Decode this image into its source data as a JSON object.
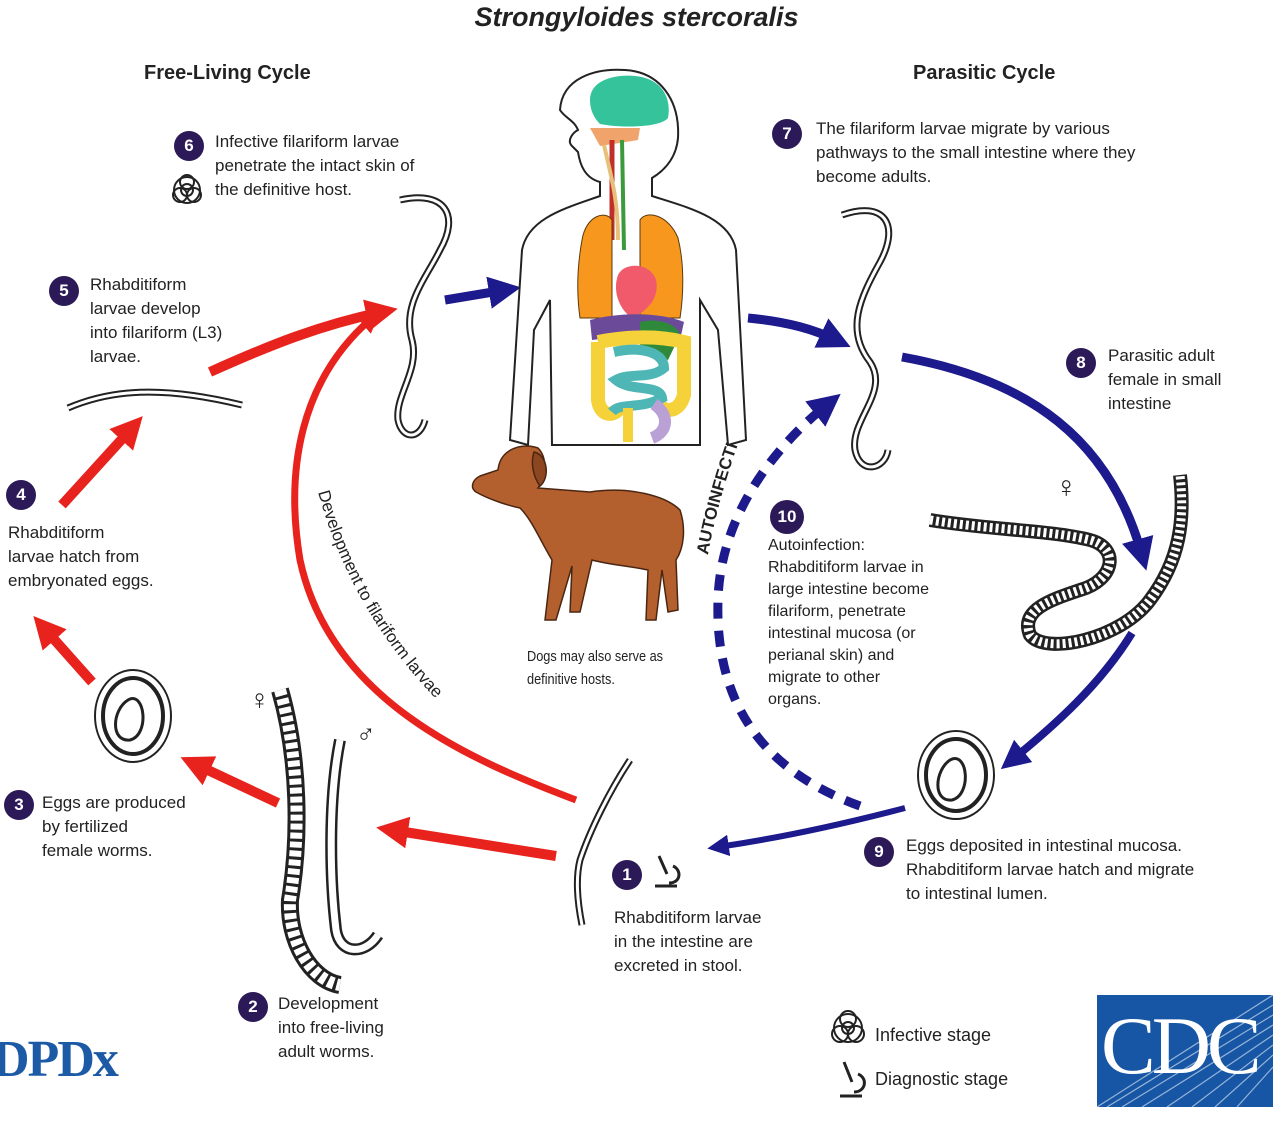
{
  "title": "Strongyloides stercoralis",
  "free_living_title": "Free-Living Cycle",
  "parasitic_title": "Parasitic Cycle",
  "steps": [
    {
      "num": "1",
      "lines": [
        "Rhabditiform larvae",
        "in the intestine are",
        "excreted in stool."
      ]
    },
    {
      "num": "2",
      "lines": [
        "Development",
        "into free-living",
        "adult worms."
      ]
    },
    {
      "num": "3",
      "lines": [
        "Eggs are produced",
        "by fertilized",
        "female worms."
      ]
    },
    {
      "num": "4",
      "lines": [
        "Rhabditiform",
        "larvae hatch from",
        "embryonated eggs."
      ]
    },
    {
      "num": "5",
      "lines": [
        "Rhabditiform",
        "larvae develop",
        "into filariform (L3)",
        "larvae."
      ]
    },
    {
      "num": "6",
      "lines": [
        "Infective filariform larvae",
        "penetrate the intact skin of",
        "the definitive host."
      ]
    },
    {
      "num": "7",
      "lines": [
        "The filariform larvae migrate by various",
        "pathways to the small intestine where they",
        "become adults."
      ]
    },
    {
      "num": "8",
      "lines": [
        "Parasitic adult",
        "female in small",
        "intestine"
      ]
    },
    {
      "num": "9",
      "lines": [
        "Eggs deposited in intestinal mucosa.",
        "Rhabditiform larvae hatch and migrate",
        "to intestinal lumen."
      ]
    },
    {
      "num": "10",
      "lines": [
        "Autoinfection:",
        "Rhabditiform larvae in",
        "large intestine become",
        "filariform, penetrate",
        "intestinal mucosa (or",
        "perianal skin) and",
        "migrate to other",
        "organs."
      ]
    }
  ],
  "autoinfection_label": "AUTOINFECTION",
  "curve_label": "Development to filariform larvae",
  "dog_caption": [
    "Dogs may also serve as",
    "definitive hosts."
  ],
  "legend": {
    "infective": "Infective stage",
    "diagnostic": "Diagnostic stage"
  },
  "female_symbol": "♀",
  "male_symbol": "♂",
  "logo_dpdx": "DPDx",
  "logo_cdc": "CDC",
  "colors": {
    "red": "#e8231d",
    "blue": "#1c1a8c",
    "badge": "#2c1957"
  }
}
